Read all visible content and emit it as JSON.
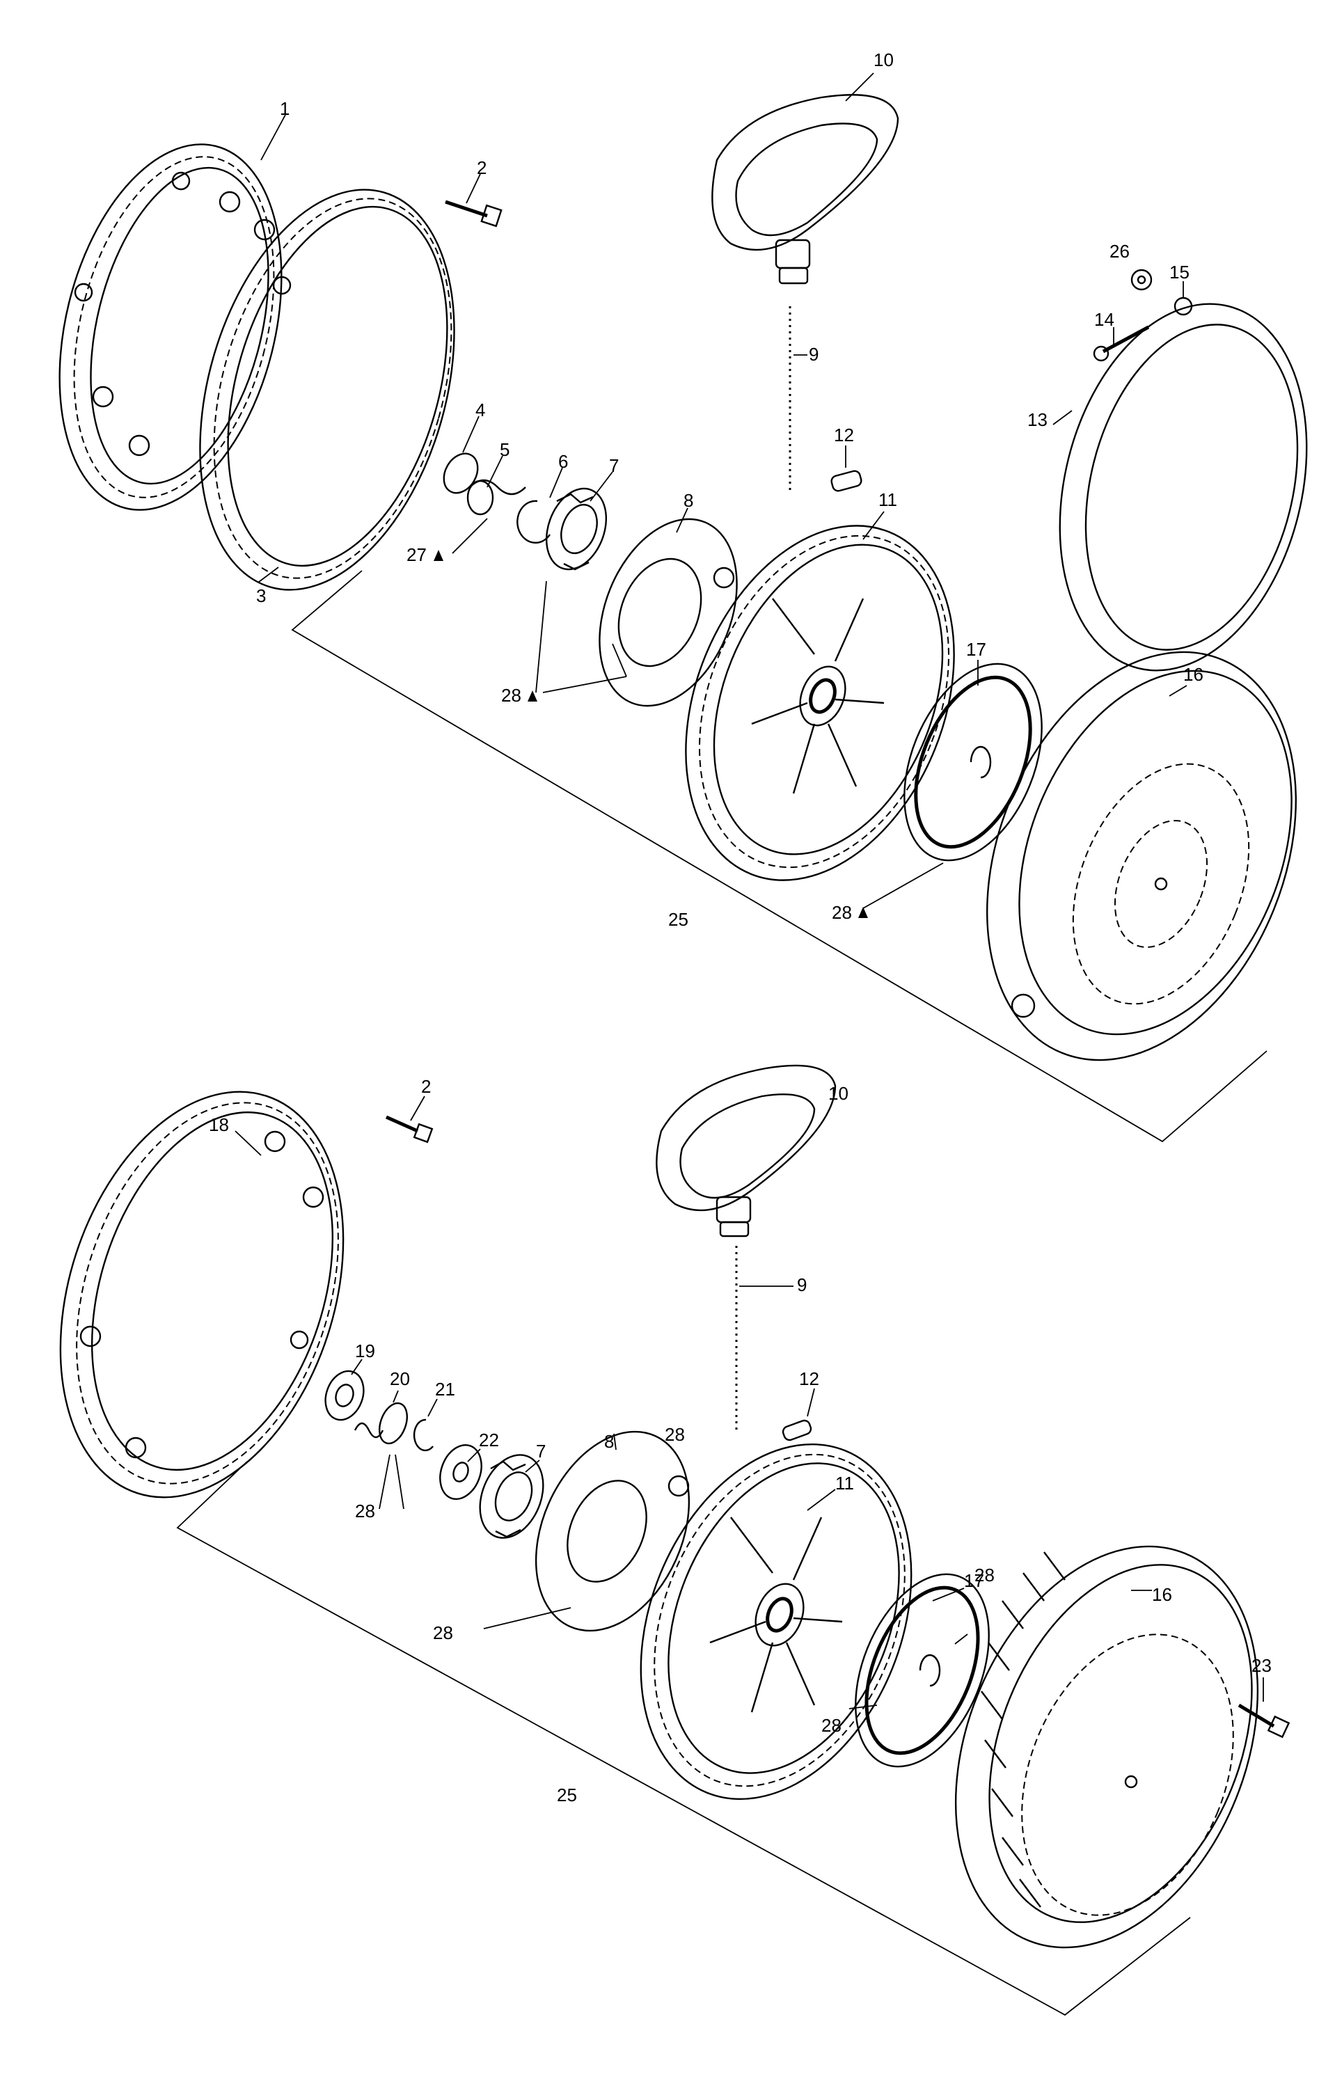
{
  "diagram": {
    "upper_assembly": {
      "callouts": {
        "c1": "1",
        "c2": "2",
        "c3": "3",
        "c4": "4",
        "c5": "5",
        "c6": "6",
        "c7": "7",
        "c8": "8",
        "c9": "9",
        "c10": "10",
        "c11": "11",
        "c12": "12",
        "c13": "13",
        "c14": "14",
        "c15": "15",
        "c16": "16",
        "c17": "17",
        "c25": "25",
        "c26": "26",
        "c27": "27",
        "c28a": "28",
        "c28b": "28"
      }
    },
    "lower_assembly": {
      "callouts": {
        "c2": "2",
        "c7": "7",
        "c8": "8",
        "c9": "9",
        "c10": "10",
        "c11": "11",
        "c12": "12",
        "c16": "16",
        "c17": "17",
        "c18": "18",
        "c19": "19",
        "c20": "20",
        "c21": "21",
        "c22": "22",
        "c23": "23",
        "c25": "25",
        "c28a": "28",
        "c28b": "28",
        "c28c": "28",
        "c28d": "28",
        "c28e": "28"
      }
    }
  }
}
